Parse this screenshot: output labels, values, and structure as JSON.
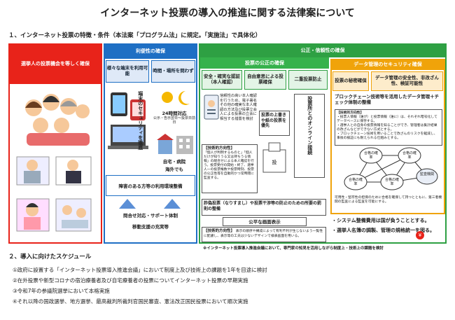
{
  "title": "インターネット投票の導入の推進に関する法律案について",
  "section1": "１、インターネット投票の特徴・条件（本法案「プログラム法」に規定。「実施法」で具体化）",
  "red": {
    "header": "選挙人の投票機会を等しく確保"
  },
  "blue": {
    "header": "利便性の確保",
    "sub1": "様々な端末を利用可能",
    "sub2": "時間・場所を問わず",
    "terminal_security": "端末のセキュリティを徹底",
    "hours": "24時間対応",
    "hours_note": "公示・告示翌日〜投票日前日",
    "home": "自宅・病院",
    "abroad": "海外でも",
    "disabled": "障害のある方等の利用環境整備",
    "support": "問合せ対応・サポート体制",
    "mobile": "移動支援の充実等"
  },
  "green": {
    "header": "公正・信頼性の確保",
    "subheader": "投票の公正の確保",
    "sub1": "安全・確実な認証（本人確認）",
    "sub2": "自由意思による投票確保",
    "sub3": "二重投票防止",
    "auth_text": "信頼性の高い本人確認を行うため、電子署名その他の確実な本人確認の方法及び投票立会人による投票の立会に相当する措置を検討",
    "vote_text": "投票の上書きや紙の投票を優先",
    "online_list": "投票所とのオンライン接続",
    "tech_label": "【技術的方向性】",
    "tech_text": "「個人が判明するものと」「個人だけが知りうる又は持ちうる情報」の組合せによる本人確認を行う。投票受付の開始・終了、選挙人一の投票権数や投票時刻、投票の公正性等を自動的かつ常時閲に監査する。",
    "fraud": "詐偽投票（なりすまし）や投票干渉等の防止のための所要の罰則の整備",
    "disclosure": "公平な画面表示",
    "tech2_label": "【技術的方向性】",
    "tech2_text": "表示の順序や構成によって有利不利が生じないよう一覧性に配慮し、表示等の工夫は少ないデザインで検表画面を用いる。"
  },
  "orange": {
    "header": "データ管理のセキュリティ確保",
    "sub1": "投票の秘密確保",
    "sub2": "データ管理の安全性、非改ざん性、検証可能性",
    "blockchain": "ブロックチェーン技術等を活用したデータ管理＋チェック体制の整備",
    "tech_label": "【技術的方向性】",
    "tech_lines": [
      "・投票人情報（誰が）と投票情報（誰に）は、それぞれ暗号化してデータベースに保存する。",
      "・選挙人との自身の投票情報を知ることができ、管理者は集計結果の改ざんなどができない方式とする。",
      "・ブロックチェーン技術を用いることで改ざんのリスクを軽減し、事後の検証にも耐えられる仕組みとする。"
    ],
    "node1": "合格の確率",
    "node2": "合格の確率",
    "node3": "合格の確率",
    "node4": "合格の確率",
    "node5": "監査機関",
    "verifiability": "可用性・堅牢性の担保のために合格を確保して持つとともに、第三者機関の監査による監査を可能にする。"
  },
  "bullets": [
    "・システム整備費用は国が負うこととする。",
    "・選挙人名簿の調製、管理の規格統一を図る。"
  ],
  "footnote": "※インターネット投票導入推進会議において、専門家の知見を活用しながら制度上・技術上の課題を検討",
  "section2": "２、導入に向けたスケジュール",
  "schedule": [
    "①政府に設置する「インターネット投票導入推進会議」において制度上及び技術上の課題を1年を目途に検討",
    "②在外投票や新型コロナの宿泊療養者及び自宅療養者の投票についてインターネット投票の早期実施",
    "③令和7年の参議院選挙において本格実施",
    "④それ以降の国政選挙、地方選挙、最高裁判所裁判官国民審査、憲法改正国民投票において順次実施"
  ],
  "colors": {
    "red": "#e8231a",
    "blue": "#1e6fc4",
    "green": "#2ea043",
    "orange": "#f0a30a"
  }
}
